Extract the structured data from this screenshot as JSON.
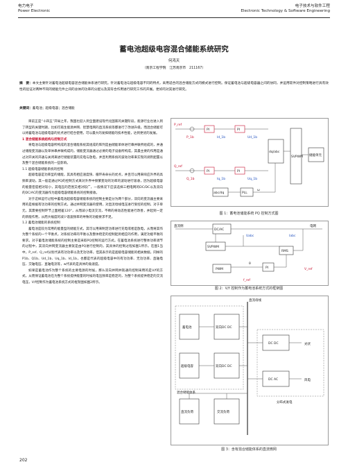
{
  "header": {
    "left_cn": "电力电子",
    "left_en": "Power Electronic",
    "right_cn": "电子技术与软件工程",
    "right_en": "Electronic Technology & Software Engineering"
  },
  "title": "蓄电池超级电容混合储能系统研究",
  "author": "何鸿天",
  "affiliation": "（南京工程学院　江苏南京市　211167）",
  "abstract": {
    "label": "摘　要：",
    "text": "本文主要针对蓄电池超级电容混合储能体系进行研究。针对蓄电池与超级电容不同的特点，采用适合的混合储能方式的模式进行控制。保证蓄电池与超级电容器之间的协同，并运用软件对控制策略进行具有效性的验证对两种不同的储能元件之间的总体的功率的分配以及其符合作用进行研究工作的开展。更好的对其进行研究。"
  },
  "keywords": {
    "label": "关键词：",
    "text": "蓄电池；超级电容；混合储能"
  },
  "body": {
    "intro": "目前正是“十四五”开局之年，我国也迎入到全面建设现代化国家的关键阶段，能源行业也进入到了转型的关键时期，比如可再生能源并网、智慧电网的直流系统等都进行了改进升级。而混合储能可以将蓄电池与超级电容的优点进行结合使用，可以最大的发挥储能的技术性能，达到更优的发展。",
    "sec1": "1  混合储能系统结构与控制方式",
    "p1": "将电池与超级电容所构成的混合储能系统其组成的阵列是由储能单体进行串并联所组成的，并通过储能变流器以及单体串并联构成的，储能变流器通过必要的电子设备所构成，其最主要的作用是通过对开关的开通与关闭来进行储能装置的充电与放电，并且利用系统的波动功率来实现的调剂配置以及整个混合储能系统的一些影响。",
    "sub11": "1.1  超级电容储能系统的控制",
    "p2": "超级电容是功率型的储能，其具有相应速度快、循环寿命长的优点，并且可以用来响应外界的高频率波动。其一般是通过PQ的控制方式来对外界中频繁变动的功率的波动进行吸收，因为超级电容的能量密度相对较小，其电压的范围又相对较广，一般情况下应该选择三相电网的DC/DC以及双向的DC/AC的变流器作为超级电容储能系统的控制接收。",
    "p3": "对于这样运行过程中蓄电池超级电容储能系统的控制主要是分为两个部分，双向的变流器主要采用的是根据有功功率的控制方式，通过并网变流器的使用，对直流母线电压进行受控的控制，对于单元，其需要控制环节上面相差120°，从而减小电流交流，不断的将动态性能进行改善，并起到一定的新能作用，从而大幅度的减少谐波频率的导致的功能要求不足。",
    "sub12": "1.2  蓄电池储能的系统控制",
    "p4": "蓄电池是较为常用的能量型的储能方式，其可以用来制定功率进行充电或者是放电，从而将其作为整个系统的一个平衡点，对系统功率的平衡以及整体稳定的控制起到相应的作用，满足功能平衡的要求。对于蓄电池储能系统的控制主要是采取PQ控制的运行方式。在蓄电池系统进行整体功率调节的过程中，其双向并网变流器主要就是由PQ进行控制的，其具体的控制过程如图1所示。在图1当中，P_ref、Q_ref分别代表有功功率以及无功功率，但其表示的是超级电容储能的相关数据，同样的P1b、Q1b、Ud_1b、Uq_1b、Id_1b，也都是代表的超级电容中的有功功率、无功功率、直轴电压、交轴电压、直轴电流等，w代表的是具体的角速度。",
    "p5": "如果是蓄电池作为整个系统的主要电源的时候，那么双向并网并就通的控制采用的是V/f的方式，从而保证蓄电池在为整个系统提供能量的时候的电压频率是稳定的，为整个系统提供稳定的交流电压，V/f控制作为蓄电池系统方式的框架图如图2所示。"
  },
  "figures": {
    "fig1": {
      "caption": "图 1：蓄电池储能系统 PQ 控制方式图",
      "labels": [
        "P_ref",
        "P_1b",
        "Q_ref",
        "Q_1b",
        "PI",
        "PI",
        "PI",
        "PI",
        "dq/abc",
        "SVPWM",
        "储能单元",
        "Ud_1b",
        "Uq_1b",
        "Id_1b",
        "Iq_1b",
        "abc/dq",
        "PLL",
        "ω"
      ]
    },
    "fig2": {
      "caption": "图 2：V/f 控制作为蓄电池系统方式的框架图",
      "labels": [
        "直流侧",
        "DC/AC",
        "电网",
        "SVPWM",
        "Uabc",
        "Iabc",
        "RMS",
        "PWM",
        "V_ref",
        "f_ref",
        "PI",
        "θ"
      ]
    },
    "fig3": {
      "caption": "图 3：含有混合储能体系的直流微网",
      "labels": [
        "直流母线",
        "蓄电池",
        "超级电容",
        "双向DC DC",
        "双向DC DC",
        "光伏",
        "风电",
        "DC DC",
        "DC AC",
        "混合储能体系",
        "直流负荷",
        "交流负荷",
        "分布式发电"
      ]
    }
  },
  "page_number": "202"
}
